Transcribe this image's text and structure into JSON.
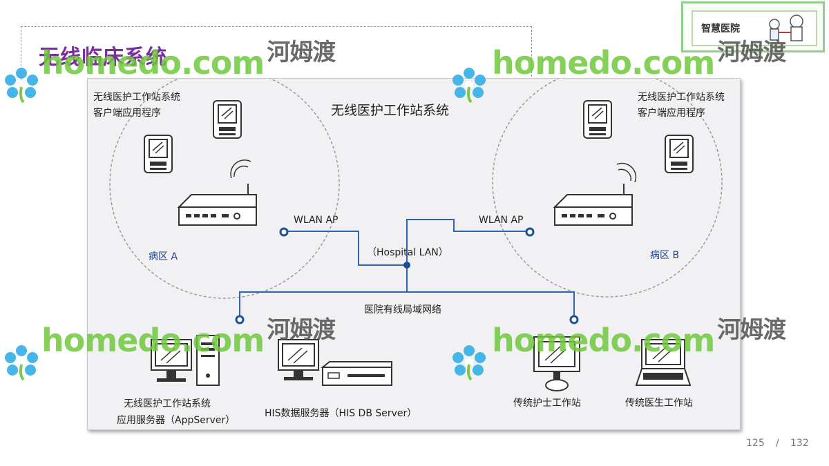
{
  "slide": {
    "title": "无线临床系统",
    "page_current": "125",
    "page_separator": "/",
    "page_total": "132"
  },
  "logo": {
    "text": "智慧医院"
  },
  "watermark": {
    "latin": "homedo.com",
    "chinese": "河姆渡"
  },
  "diagram": {
    "title": "无线医护工作站系统",
    "client_label_left_line1": "无线医护工作站系统",
    "client_label_left_line2": "客户端应用程序",
    "client_label_right_line1": "无线医护工作站系统",
    "client_label_right_line2": "客户端应用程序",
    "ap_left_label": "WLAN AP",
    "ap_right_label": "WLAN AP",
    "ward_a_label": "病区 A",
    "ward_b_label": "病区 B",
    "lan_label": "（Hospital LAN）",
    "wired_net_label": "医院有线局域网络",
    "app_server_line1": "无线医护工作站系统",
    "app_server_line2": "应用服务器（AppServer）",
    "db_server_label": "HIS数据服务器（HIS DB Server）",
    "nurse_station_label": "传统护士工作站",
    "doctor_station_label": "传统医生工作站",
    "colors": {
      "line": "#2f64b0",
      "node": "#1f4f9a",
      "device": "#333333",
      "circle": "#9a9a9a"
    }
  }
}
